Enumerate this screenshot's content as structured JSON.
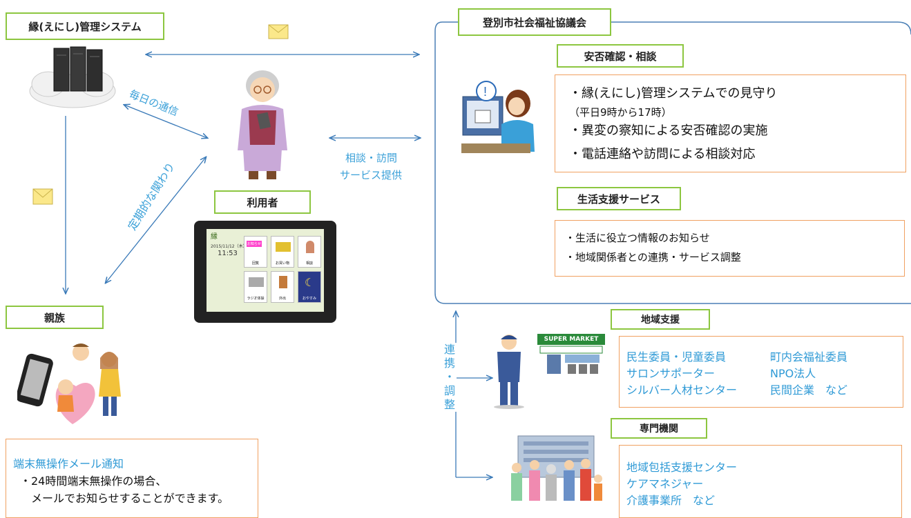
{
  "system_box": {
    "label": "縁(えにし)管理システム"
  },
  "council_box": {
    "label": "登別市社会福祉協議会"
  },
  "safety": {
    "title": "安否確認・相談",
    "items": [
      "・縁(えにし)管理システムでの見守り",
      "（平日9時から17時）",
      "・異変の察知による安否確認の実施",
      "・電話連絡や訪問による相談対応"
    ]
  },
  "life_support": {
    "title": "生活支援サービス",
    "items": [
      "・生活に役立つ情報のお知らせ",
      "・地域関係者との連携・サービス調整"
    ]
  },
  "arrows": {
    "daily": "毎日の通信",
    "regular": "定期的な関わり",
    "consult_1": "相談・訪問",
    "consult_2": "サービス提供",
    "coordinate": [
      "連",
      "携",
      "・",
      "調",
      "整"
    ]
  },
  "user": {
    "label": "利用者"
  },
  "tablet": {
    "date": "2015/11/12（木）",
    "time": "11:53",
    "top_char": "縁",
    "apps": [
      {
        "label": "お知らせ",
        "sub": "回覧"
      },
      {
        "label": "",
        "sub": "お買い物"
      },
      {
        "label": "",
        "sub": "相談"
      },
      {
        "label": "",
        "sub": "ラジオ体操"
      },
      {
        "label": "",
        "sub": "外出"
      },
      {
        "label": "",
        "sub": "おやすみ"
      }
    ]
  },
  "family": {
    "label": "親族"
  },
  "notify": {
    "title": "端末無操作メール通知",
    "line1": "・24時間端末無操作の場合、",
    "line2": "メールでお知らせすることができます。"
  },
  "regional": {
    "label": "地域支援",
    "col1": [
      "民生委員・児童委員",
      "サロンサポーター",
      "シルバー人材センター"
    ],
    "col2": [
      "町内会福祉委員",
      "NPO法人",
      "民間企業　など"
    ]
  },
  "supermarket": "SUPER MARKET",
  "specialist": {
    "label": "専門機関",
    "items": [
      "地域包括支援センター",
      "ケアマネジャー",
      "介護事業所　など"
    ]
  },
  "colors": {
    "green_border": "#8cc63f",
    "orange_border": "#f0a060",
    "blue_text": "#3aa0d8",
    "arrow": "#3a7ab8"
  }
}
